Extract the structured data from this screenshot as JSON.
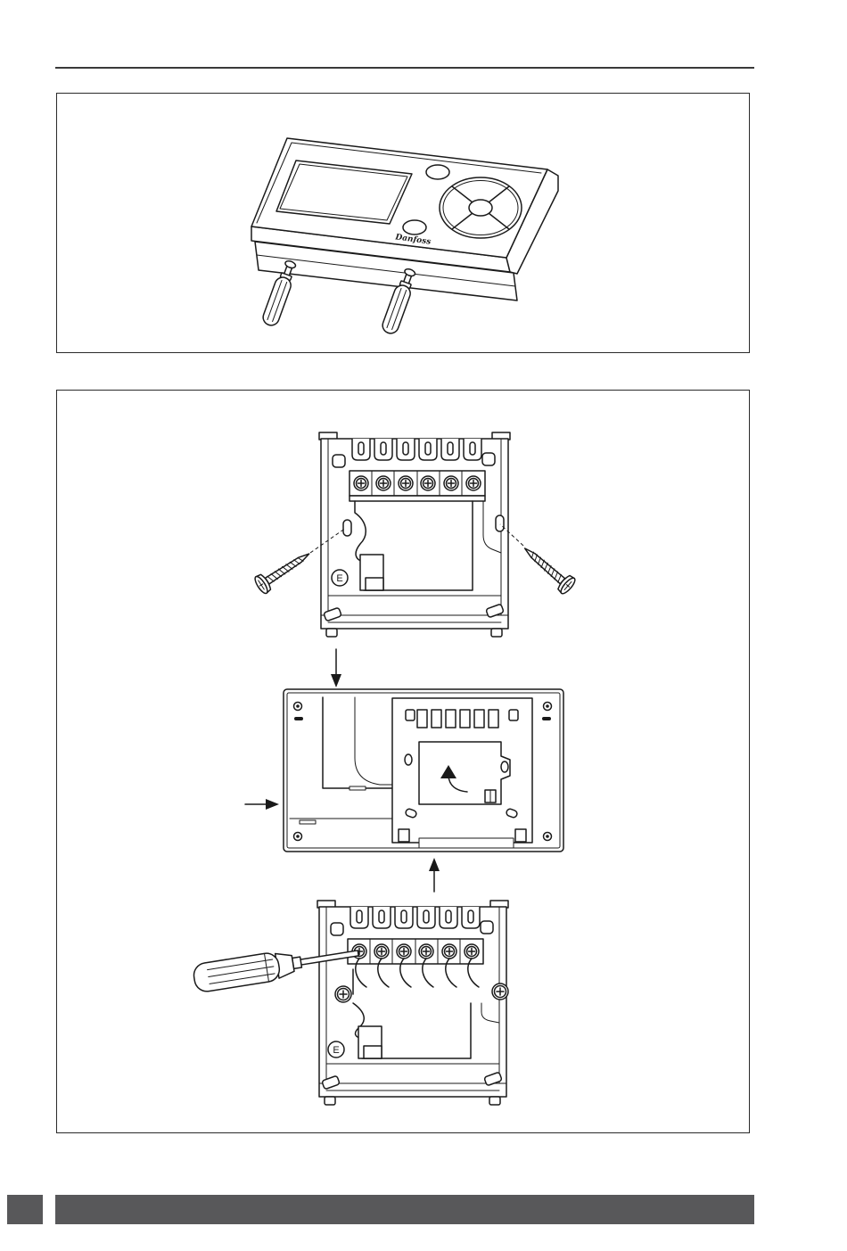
{
  "figure_1": {
    "logo_text": "Danfoss"
  },
  "figure_2": {
    "backplate_top_label": "E",
    "backplate_bottom_label": "E"
  },
  "icons": {
    "arrow_down": "arrow-down-icon",
    "arrow_right": "arrow-right-icon",
    "arrow_up": "arrow-up-icon",
    "rotate_arrow": "curved-arrow-icon"
  },
  "colors": {
    "line": "#1a1a1a",
    "footer_gray": "#58585a",
    "page_background": "#ffffff"
  }
}
